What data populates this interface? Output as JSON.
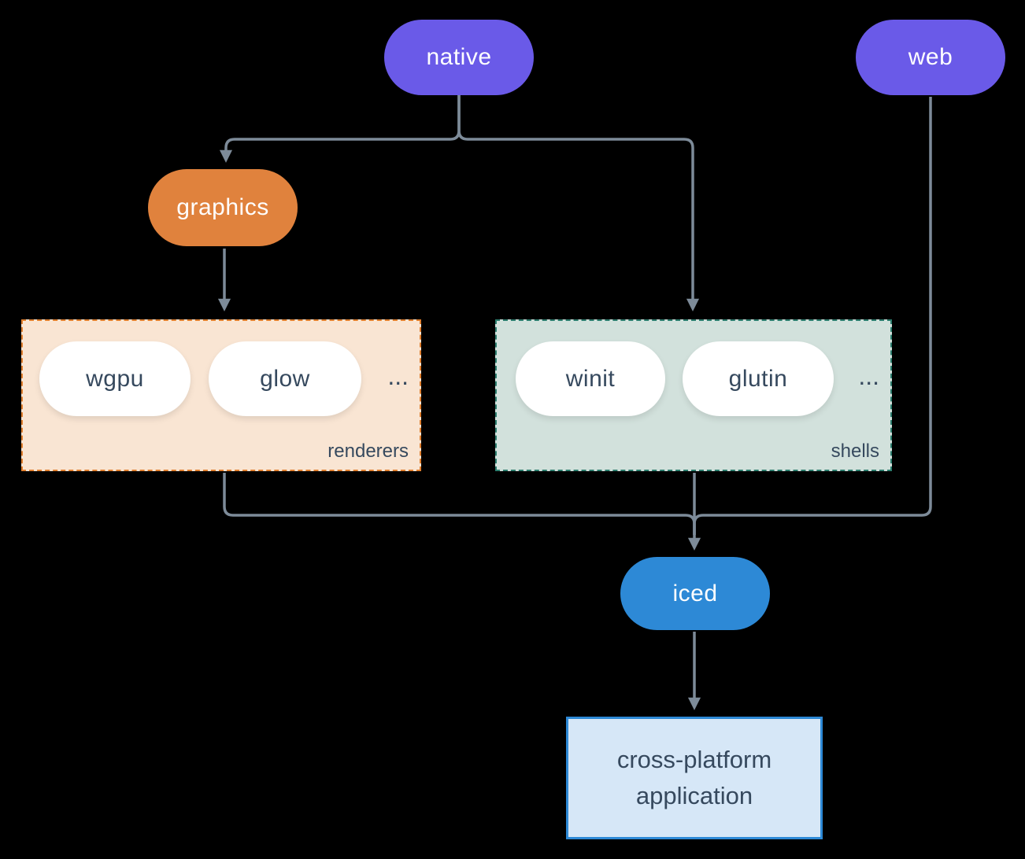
{
  "colors": {
    "background": "#000000",
    "arrow": "#7D8B99",
    "platform_pill": "#6A5AE8",
    "graphics_pill": "#E0823D",
    "iced_pill": "#2D89D6",
    "renderers_fill": "#F9E5D3",
    "renderers_border": "#E07F2E",
    "shells_fill": "#D2E1DC",
    "shells_border": "#2C7D6E",
    "inner_pill_fill": "#FFFFFF",
    "dark_text": "#36495E",
    "app_fill": "#D6E7F7",
    "app_border": "#2D89D6"
  },
  "nodes": {
    "native": {
      "label": "native"
    },
    "web": {
      "label": "web"
    },
    "graphics": {
      "label": "graphics"
    },
    "iced": {
      "label": "iced"
    },
    "application": {
      "line1": "cross-platform",
      "line2": "application"
    }
  },
  "groups": {
    "renderers": {
      "label": "renderers",
      "items": [
        "wgpu",
        "glow"
      ],
      "ellipsis": "..."
    },
    "shells": {
      "label": "shells",
      "items": [
        "winit",
        "glutin"
      ],
      "ellipsis": "..."
    }
  }
}
